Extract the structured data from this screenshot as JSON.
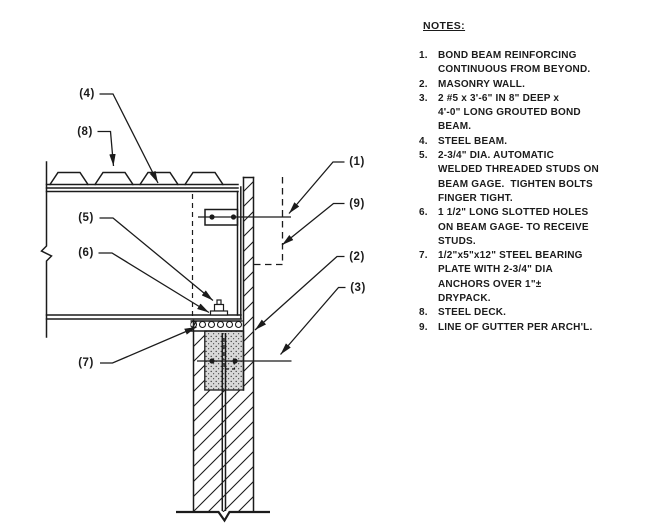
{
  "palette": {
    "background": "#ffffff",
    "ink": "#1b1b1b",
    "grout_fill": "#d8d8d8"
  },
  "drawing": {
    "description": "Steel beam bearing on masonry wall detail section",
    "callouts": [
      {
        "label": "(1)"
      },
      {
        "label": "(2)"
      },
      {
        "label": "(3)"
      },
      {
        "label": "(4)"
      },
      {
        "label": "(5)"
      },
      {
        "label": "(6)"
      },
      {
        "label": "(7)"
      },
      {
        "label": "(8)"
      },
      {
        "label": "(9)"
      }
    ]
  },
  "notes": {
    "title": "NOTES:",
    "items": [
      {
        "num": "1.",
        "text": "BOND BEAM REINFORCING\nCONTINUOUS FROM BEYOND."
      },
      {
        "num": "2.",
        "text": "MASONRY WALL."
      },
      {
        "num": "3.",
        "text": "2 #5 x 3'-6\" IN 8\" DEEP x\n4'-0\" LONG GROUTED BOND\nBEAM."
      },
      {
        "num": "4.",
        "text": "STEEL BEAM."
      },
      {
        "num": "5.",
        "text": "2-3/4\" DIA. AUTOMATIC\nWELDED THREADED STUDS ON\nBEAM GAGE.  TIGHTEN BOLTS\nFINGER TIGHT."
      },
      {
        "num": "6.",
        "text": "1 1/2\" LONG SLOTTED HOLES\nON BEAM GAGE- TO RECEIVE\nSTUDS."
      },
      {
        "num": "7.",
        "text": "1/2\"x5\"x12\" STEEL BEARING\nPLATE WITH 2-3/4\" DIA\nANCHORS OVER 1\"±\nDRYPACK."
      },
      {
        "num": "8.",
        "text": "STEEL DECK."
      },
      {
        "num": "9.",
        "text": "LINE OF GUTTER PER ARCH'L."
      }
    ]
  }
}
